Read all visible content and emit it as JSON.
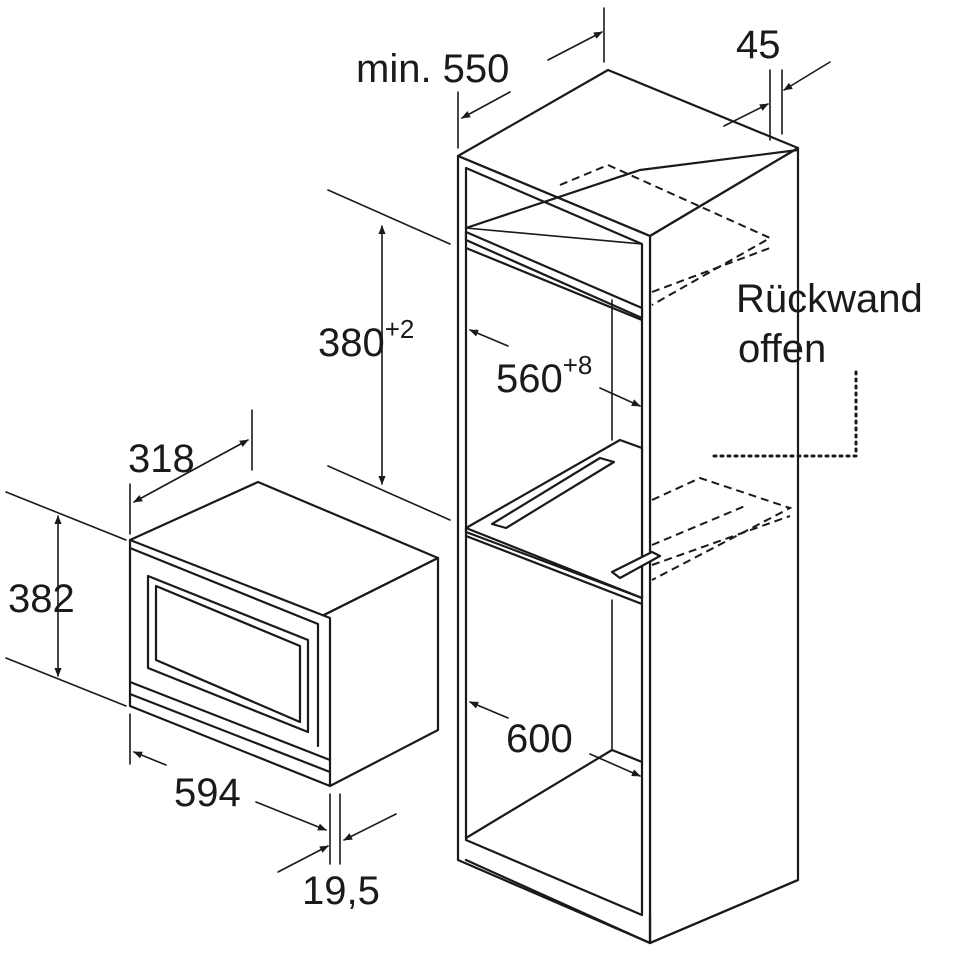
{
  "labels": {
    "cabinet_depth": "min. 550",
    "cabinet_gap": "45",
    "niche_height_base": "380",
    "niche_height_tol": "+2",
    "niche_width_base": "560",
    "niche_width_tol": "+8",
    "rear_panel_line1": "Rückwand",
    "rear_panel_line2": "offen",
    "appliance_depth": "318",
    "appliance_height": "382",
    "appliance_width": "594",
    "front_thickness": "19,5",
    "cabinet_width": "600"
  }
}
